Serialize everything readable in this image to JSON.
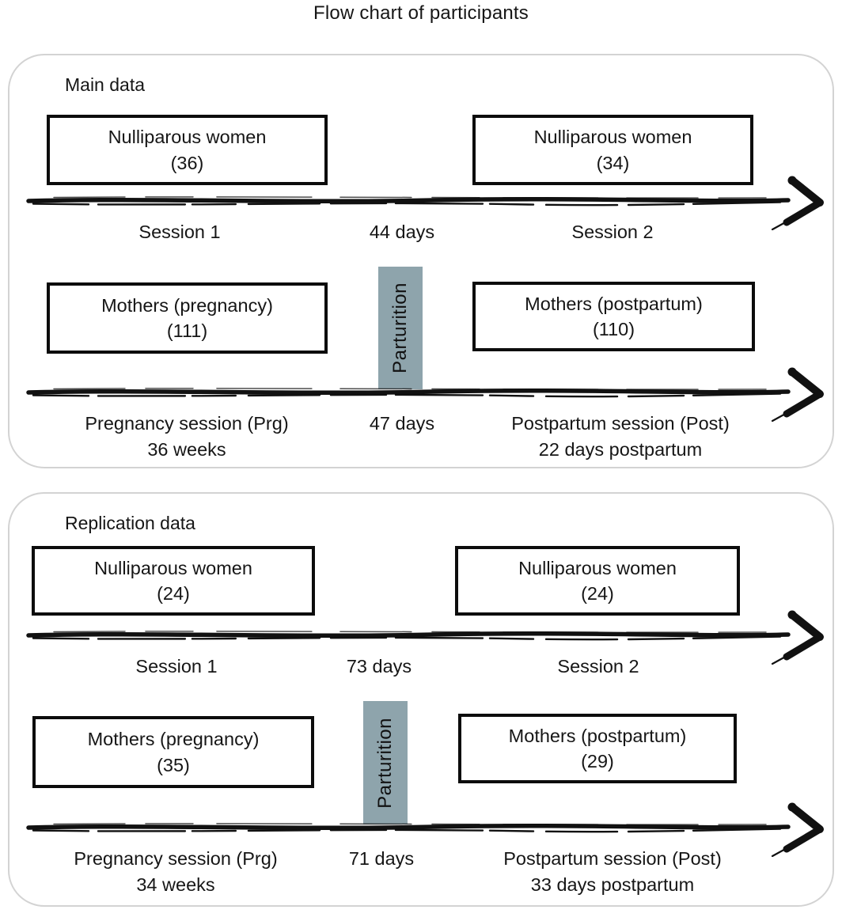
{
  "title": "Flow chart of participants",
  "colors": {
    "parturition_fill": "#8ea4ac",
    "panel_border": "#d3d3d3",
    "box_border": "#0c0c0c",
    "ink": "#111111"
  },
  "panels": [
    {
      "label": "Main data",
      "rows": [
        {
          "left_box": {
            "line1": "Nulliparous women",
            "line2": "(36)"
          },
          "right_box": {
            "line1": "Nulliparous women",
            "line2": "(34)"
          },
          "labels": {
            "left1": "Session 1",
            "left2": "",
            "mid": "44 days",
            "right1": "Session 2",
            "right2": ""
          }
        },
        {
          "left_box": {
            "line1": "Mothers (pregnancy)",
            "line2": "(111)"
          },
          "right_box": {
            "line1": "Mothers (postpartum)",
            "line2": "(110)"
          },
          "parturition_label": "Parturition",
          "labels": {
            "left1": "Pregnancy session (Prg)",
            "left2": "36 weeks",
            "mid": "47 days",
            "right1": "Postpartum session (Post)",
            "right2": "22 days postpartum"
          }
        }
      ]
    },
    {
      "label": "Replication data",
      "rows": [
        {
          "left_box": {
            "line1": "Nulliparous women",
            "line2": "(24)"
          },
          "right_box": {
            "line1": "Nulliparous women",
            "line2": "(24)"
          },
          "labels": {
            "left1": "Session 1",
            "left2": "",
            "mid": "73 days",
            "right1": "Session 2",
            "right2": ""
          }
        },
        {
          "left_box": {
            "line1": "Mothers (pregnancy)",
            "line2": "(35)"
          },
          "right_box": {
            "line1": "Mothers (postpartum)",
            "line2": "(29)"
          },
          "parturition_label": "Parturition",
          "labels": {
            "left1": "Pregnancy session (Prg)",
            "left2": "34 weeks",
            "mid": "71 days",
            "right1": "Postpartum session (Post)",
            "right2": "33 days postpartum"
          }
        }
      ]
    }
  ]
}
